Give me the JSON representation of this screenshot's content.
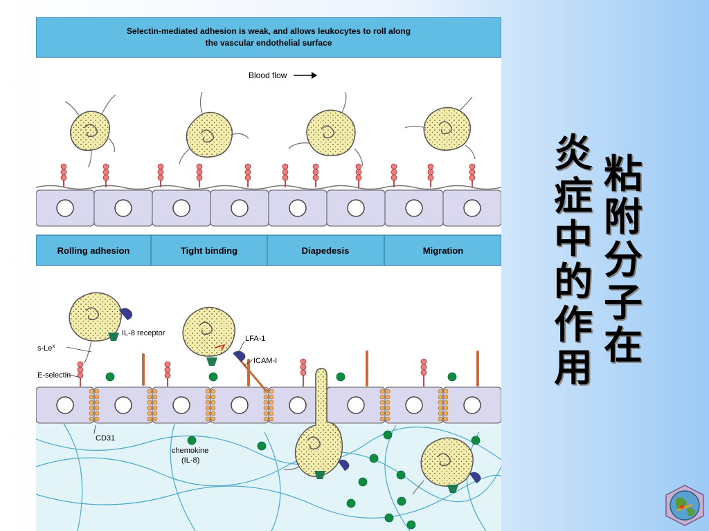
{
  "figure": {
    "caption_line1": "Selectin-mediated adhesion is weak, and allows leukocytes to roll along",
    "caption_line2": "the vascular endothelial surface",
    "blood_flow": "Blood flow",
    "stages": [
      "Rolling adhesion",
      "Tight binding",
      "Diapedesis",
      "Migration"
    ],
    "labels": {
      "il8_receptor": "IL-8 receptor",
      "slex": "s-Le",
      "slex_sup": "x",
      "lfa1": "LFA-1",
      "icam1": "ICAM-I",
      "eselectin": "E-selectin",
      "cd31": "CD31",
      "chemokine": "chemokine",
      "il8": "(IL-8)"
    }
  },
  "title": {
    "col1": [
      "粘",
      "附",
      "分",
      "子",
      "在"
    ],
    "col2": [
      "炎",
      "症",
      "中",
      "的",
      "作",
      "用"
    ]
  },
  "colors": {
    "banner": "#62bde4",
    "cell": "#d9d8ee",
    "leukocyte": "#f3eeb0",
    "chemokine": "#0f8c3f",
    "selectin": "#e77f80",
    "receptor": "#1f7a52",
    "lfa1": "#3a3d8a"
  }
}
